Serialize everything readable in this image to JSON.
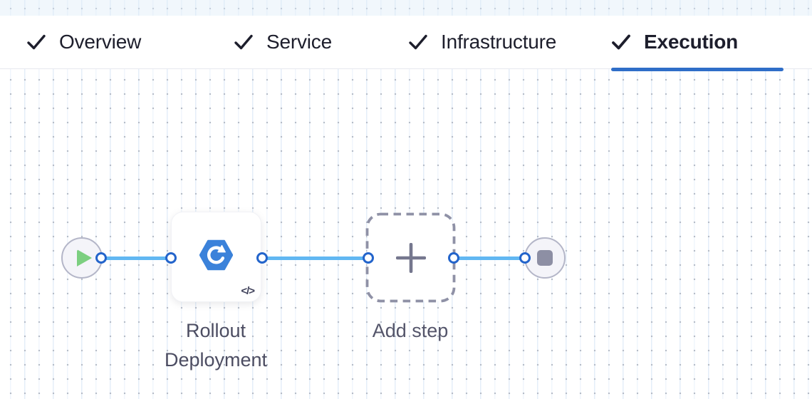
{
  "tabs": [
    {
      "label": "Overview",
      "completed": true,
      "active": false
    },
    {
      "label": "Service",
      "completed": true,
      "active": false
    },
    {
      "label": "Infrastructure",
      "completed": true,
      "active": false
    },
    {
      "label": "Execution",
      "completed": true,
      "active": true
    }
  ],
  "canvas": {
    "step_label": "Rollout Deployment",
    "add_step_label": "Add step",
    "code_badge": "</>"
  },
  "colors": {
    "active_tab_underline": "#2F6EC8",
    "tab_text": "#1D1E2C",
    "connector_line": "#61B7F2",
    "connector_port_ring": "#2364CB",
    "step_icon_blue": "#3B82DA",
    "play_green": "#7CCF80",
    "stop_gray": "#8D8FA4",
    "node_circle_border": "#B4B6C8",
    "node_circle_fill": "#F4F4F9",
    "dashed_border": "#8F91A6",
    "plus_gray": "#75778E",
    "label_text": "#4C4D62",
    "grid_dot": "#B6BCC8"
  }
}
